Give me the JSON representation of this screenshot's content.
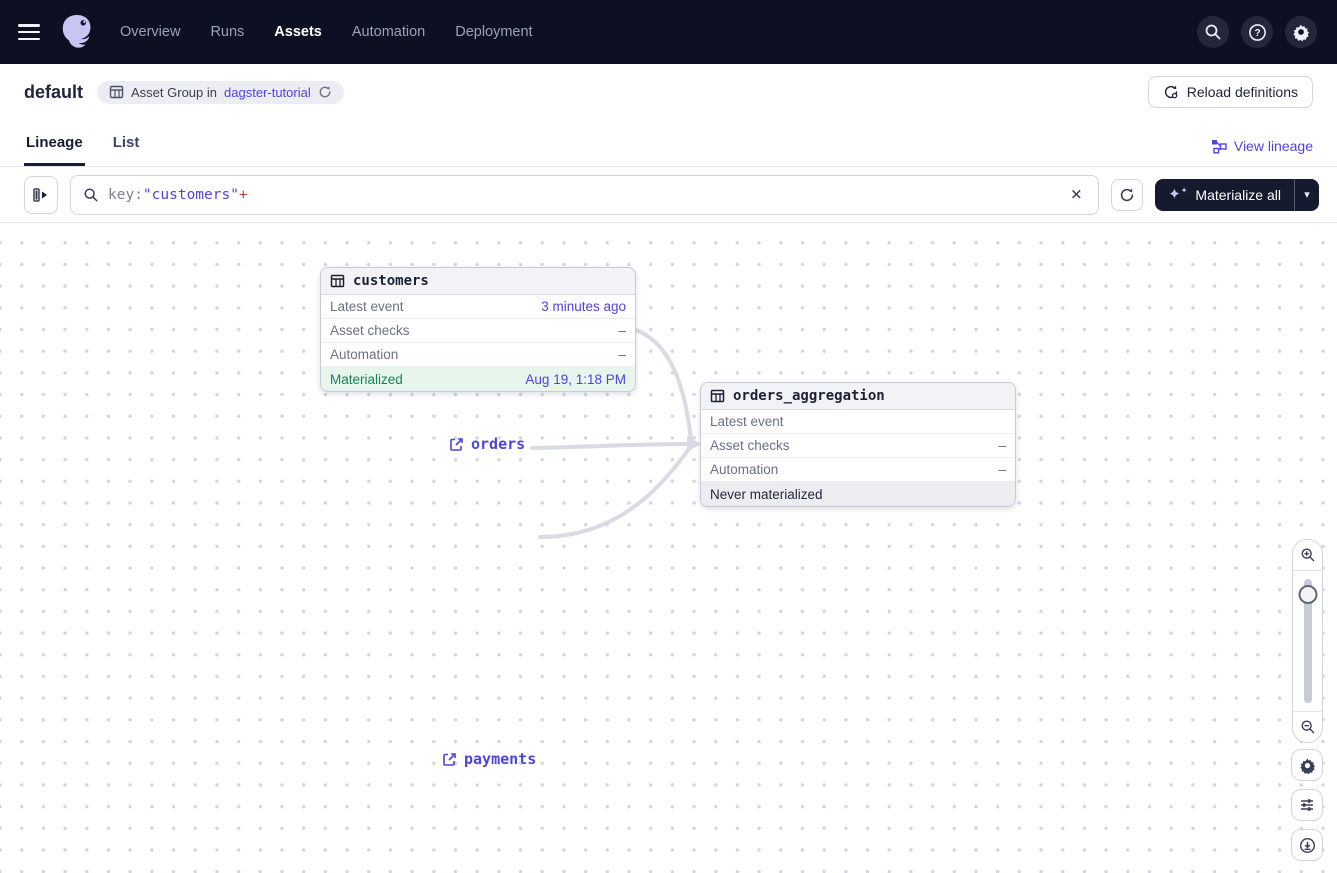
{
  "navbar": {
    "items": [
      {
        "label": "Overview",
        "active": false
      },
      {
        "label": "Runs",
        "active": false
      },
      {
        "label": "Assets",
        "active": true
      },
      {
        "label": "Automation",
        "active": false
      },
      {
        "label": "Deployment",
        "active": false
      }
    ]
  },
  "header": {
    "title": "default",
    "badge_text": "Asset Group in",
    "badge_link": "dagster-tutorial",
    "reload_label": "Reload definitions"
  },
  "tabs": {
    "lineage": "Lineage",
    "list": "List",
    "view_lineage": "View lineage"
  },
  "toolbar": {
    "filter_key": "key:",
    "filter_value": "\"customers\"",
    "filter_suffix": "+",
    "materialize_label": "Materialize all",
    "caret": "▾",
    "clear": "×",
    "sparkle": "✦"
  },
  "graph": {
    "nodes": [
      {
        "title": "customers",
        "rows": [
          {
            "label": "Latest event",
            "value": "3 minutes ago"
          },
          {
            "label": "Asset checks",
            "value": "–"
          },
          {
            "label": "Automation",
            "value": "–"
          }
        ],
        "status": {
          "label": "Materialized",
          "value": "Aug 19, 1:18 PM"
        }
      },
      {
        "title": "orders_aggregation",
        "rows": [
          {
            "label": "Latest event",
            "value": ""
          },
          {
            "label": "Asset checks",
            "value": "–"
          },
          {
            "label": "Automation",
            "value": "–"
          }
        ],
        "status": {
          "label": "Never materialized",
          "value": ""
        }
      }
    ],
    "external_assets": [
      {
        "label": "orders"
      },
      {
        "label": "payments"
      }
    ]
  },
  "colors": {
    "accent": "#4F43DD",
    "navbar_bg": "#0D1022",
    "materialized_green": "#178159",
    "edge_gray": "#D9DBE4"
  }
}
